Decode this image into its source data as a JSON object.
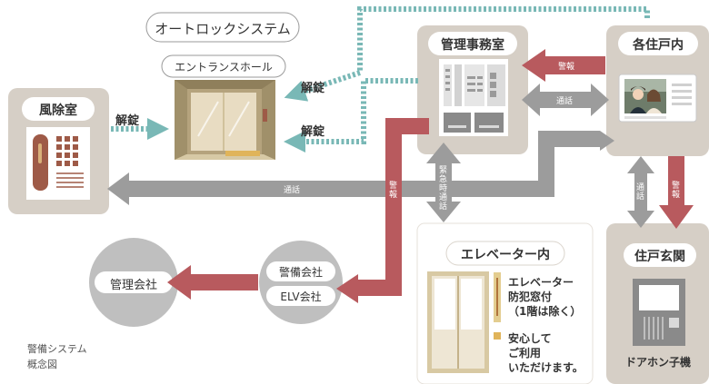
{
  "title_pill": "オートロックシステム",
  "caption": "警備システム\n概念図",
  "nodes": {
    "vestibule": "風除室",
    "entrance_hall": "エントランスホール",
    "management_office": "管理事務室",
    "each_unit": "各住戸内",
    "unit_entrance": "住戸玄関",
    "door_phone_unit": "ドアホン子機",
    "elevator_title": "エレベーター内",
    "management_company": "管理会社",
    "security_company": "警備会社",
    "elv_company": "ELV会社"
  },
  "elevator_notes": {
    "camera_line1": "エレベーター",
    "camera_line2": "防犯窓付",
    "camera_line3": "（1階は除く）",
    "safe_line1": "安心して",
    "safe_line2": "ご利用",
    "safe_line3": "いただけます。"
  },
  "arrow_labels": {
    "unlock_vestibule": "解錠",
    "unlock_from_unit": "解錠",
    "unlock_from_office": "解錠",
    "alarm_unit_to_office": "警報",
    "call_office_unit": "通話",
    "call_unit_vestibule": "通話",
    "alarm_office_to_security": "警報",
    "emergency_call": "緊急時通話",
    "call_unit_entrance": "通話",
    "alarm_entrance_to_unit": "警報"
  },
  "colors": {
    "panel_bg": "#d6cfc6",
    "circle_bg": "#bfbfbf",
    "alarm_arrow": "#b85a5e",
    "call_arrow": "#9c9c9c",
    "unlock_dotted": "#79b8b6",
    "door_gold": "#d8c9a3",
    "door_brown": "#9e5a47"
  }
}
